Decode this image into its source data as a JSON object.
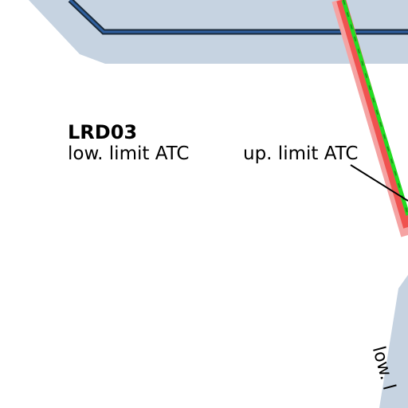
{
  "map": {
    "area_name": "LRD03",
    "lower_limit_label": "low. limit ATC",
    "upper_limit_label": "up. limit ATC",
    "rotated_label": "low. l"
  },
  "colors": {
    "airspace_fill": "#c6d3e1",
    "boundary_dark": "#1a2a3a",
    "boundary_blue": "#2f5f9e",
    "route_red": "#f0524f",
    "route_pink": "#f5a3a3",
    "route_green": "#22dd22",
    "background": "#ffffff"
  }
}
